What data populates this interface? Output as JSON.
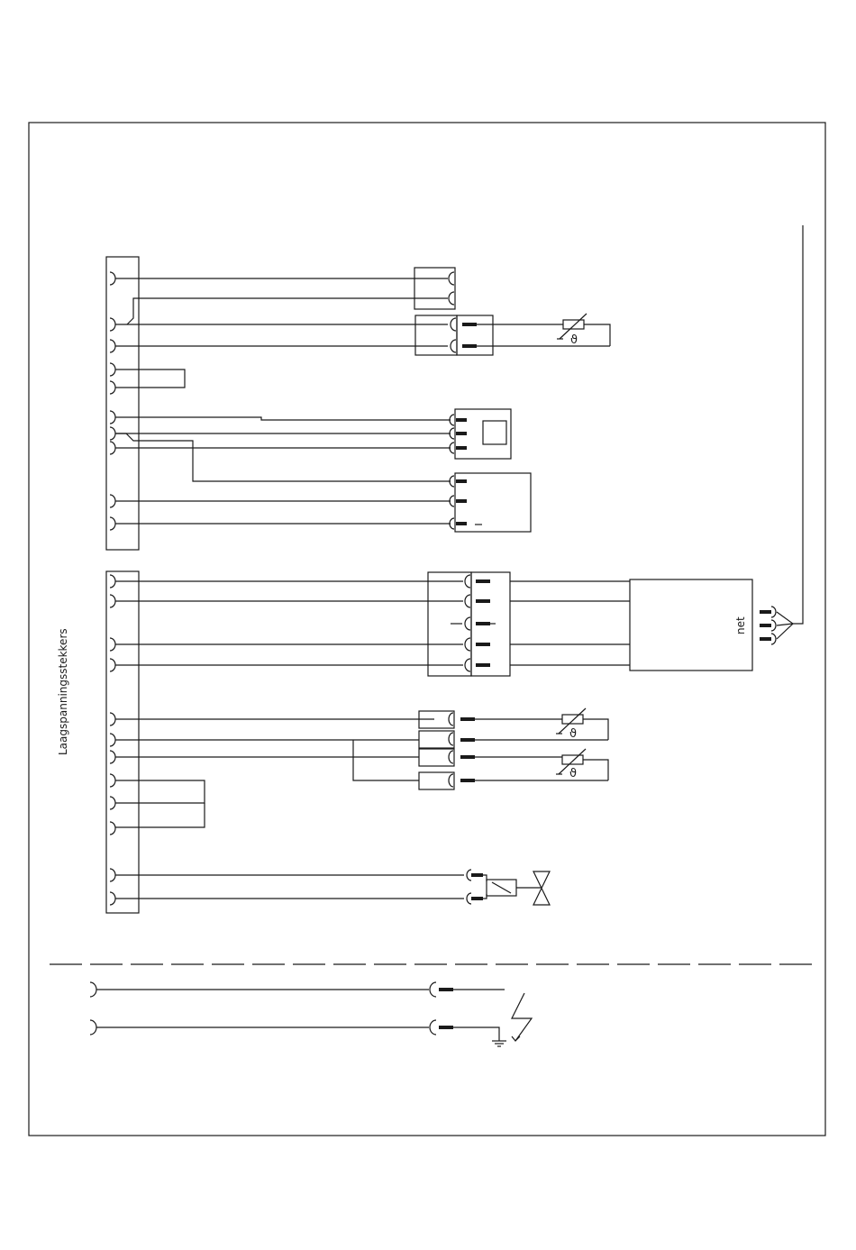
{
  "labels": {
    "low_voltage_connectors": "Laagspanningsstekkers",
    "mains": "net",
    "theta_1": "ϑ",
    "theta_2": "ϑ",
    "theta_3": "ϑ"
  },
  "colors": {
    "line": "#1a1a1a",
    "background": "#ffffff"
  }
}
